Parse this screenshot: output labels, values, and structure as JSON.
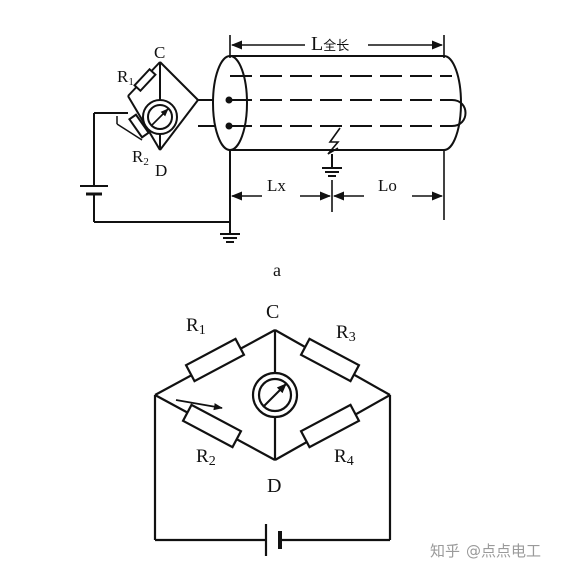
{
  "figure_a": {
    "label_L": "L",
    "label_L_sub": "全长",
    "label_R1": "R",
    "label_R1_sub": "1",
    "label_R2": "R",
    "label_R2_sub": "2",
    "label_C": "C",
    "label_D": "D",
    "label_Lx": "Lx",
    "label_Lo": "Lo",
    "caption": "a"
  },
  "figure_b": {
    "label_C": "C",
    "label_D": "D",
    "label_R1": "R",
    "label_R1_sub": "1",
    "label_R2": "R",
    "label_R2_sub": "2",
    "label_R3": "R",
    "label_R3_sub": "3",
    "label_R4": "R",
    "label_R4_sub": "4"
  },
  "watermark": {
    "site": "知乎",
    "account": "@点点电工"
  }
}
